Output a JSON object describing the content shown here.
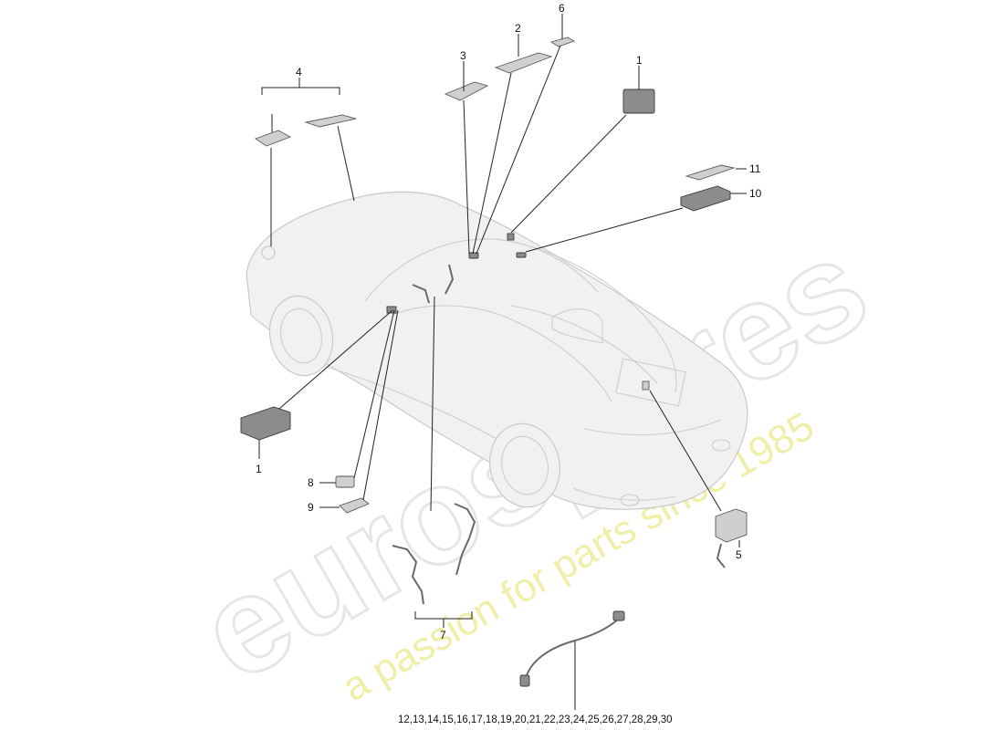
{
  "watermark": {
    "brand": "eurospares",
    "tagline": "a passion for parts since 1985"
  },
  "callouts": {
    "c1_top": "1",
    "c1_bottom": "1",
    "c2": "2",
    "c3": "3",
    "c4": "4",
    "c5": "5",
    "c6": "6",
    "c7": "7",
    "c8": "8",
    "c9": "9",
    "c10": "10",
    "c11": "11",
    "c_range": "12,13,14,15,16,17,18,19,20,21,22,23,24,25,26,27,28,29,30"
  }
}
